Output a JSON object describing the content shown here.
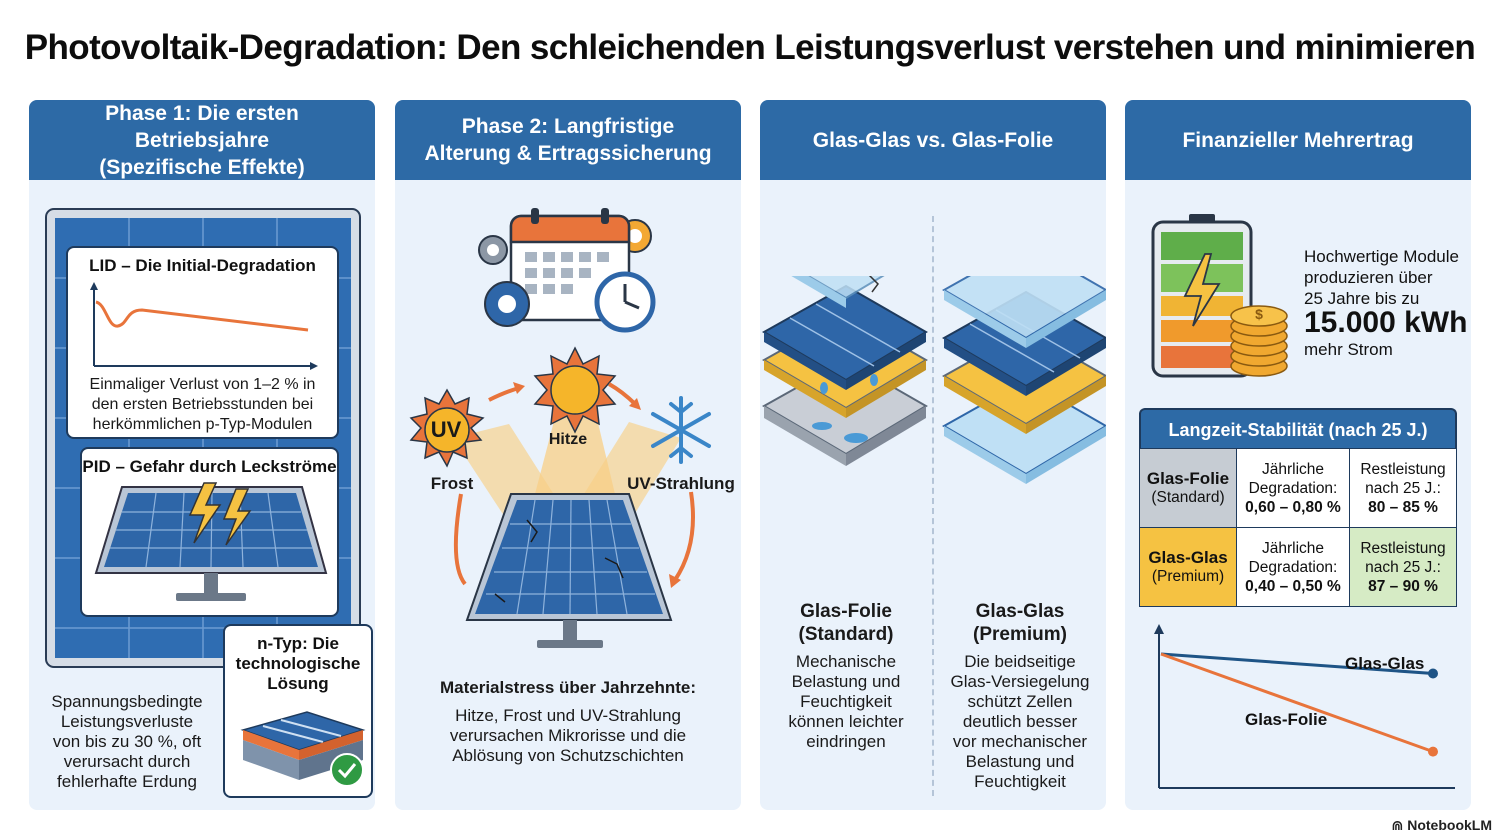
{
  "title": "Photovoltaik-Degradation: Den schleichenden Leistungsverlust verstehen und minimieren",
  "colors": {
    "header_blue": "#2d6aa6",
    "panel_bg": "#eaf2fb",
    "orange": "#e8743b",
    "navy": "#1e5486",
    "yellow": "#f5c242",
    "green": "#d6ebc5"
  },
  "phase1": {
    "header_line1": "Phase 1: Die ersten Betriebsjahre",
    "header_line2": "(Spezifische Effekte)",
    "lid_title": "LID – Die Initial-Degradation",
    "lid_text": [
      "Einmaliger Verlust von 1–2 % in",
      "den ersten Betriebsstunden bei",
      "herkömmlichen p-Typ-Modulen"
    ],
    "pid_title": "PID – Gefahr durch Leckströme",
    "pid_text": [
      "Spannungsbedingte",
      "Leistungsverluste",
      "von bis zu 30 %, oft",
      "verursacht durch",
      "fehlerhafte Erdung"
    ],
    "ntype_title": [
      "n-Typ: Die",
      "technologische",
      "Lösung"
    ]
  },
  "phase2": {
    "header_line1": "Phase 2: Langfristige",
    "header_line2": "Alterung & Ertragssicherung",
    "uv_badge": "UV",
    "label_hitze": "Hitze",
    "label_frost": "Frost",
    "label_uv": "UV-Strahlung",
    "stress_title": "Materialstress über Jahrzehnte:",
    "stress_text": [
      "Hitze, Frost und UV-Strahlung",
      "verursachen Mikrorisse und die",
      "Ablösung von Schutzschichten"
    ]
  },
  "glass": {
    "header": "Glas-Glas vs. Glas-Folie",
    "left_title": [
      "Glas-Folie",
      "(Standard)"
    ],
    "left_text": [
      "Mechanische",
      "Belastung und",
      "Feuchtigkeit",
      "können leichter",
      "eindringen"
    ],
    "right_title": [
      "Glas-Glas",
      "(Premium)"
    ],
    "right_text": [
      "Die beidseitige",
      "Glas-Versiegelung",
      "schützt Zellen",
      "deutlich besser",
      "vor mechanischer",
      "Belastung und",
      "Feuchtigkeit"
    ]
  },
  "finance": {
    "header": "Finanzieller Mehrertrag",
    "coin_symbol": "$",
    "intro": [
      "Hochwertige Module",
      "produzieren über",
      "25 Jahre bis zu"
    ],
    "big_value": "15.000 kWh",
    "unit_text": "mehr Strom",
    "table_title": "Langzeit-Stabilität (nach 25 J.)",
    "rows": [
      {
        "name": "Glas-Folie",
        "tier": "(Standard)",
        "deg_label1": "Jährliche",
        "deg_label2": "Degradation:",
        "deg_value": "0,60 – 0,80 %",
        "rest_label1": "Restleistung",
        "rest_label2": "nach 25 J.:",
        "rest_value": "80 – 85 %"
      },
      {
        "name": "Glas-Glas",
        "tier": "(Premium)",
        "deg_label1": "Jährliche",
        "deg_label2": "Degradation:",
        "deg_value": "0,40 – 0,50 %",
        "rest_label1": "Restleistung",
        "rest_label2": "nach 25 J.:",
        "rest_value": "87 – 90 %"
      }
    ],
    "chart_data": {
      "type": "line",
      "series": [
        {
          "name": "Glas-Glas",
          "values": [
            1.0,
            0.84
          ]
        },
        {
          "name": "Glas-Folie",
          "values": [
            1.0,
            0.2
          ]
        }
      ]
    }
  },
  "footer": "NotebookLM"
}
